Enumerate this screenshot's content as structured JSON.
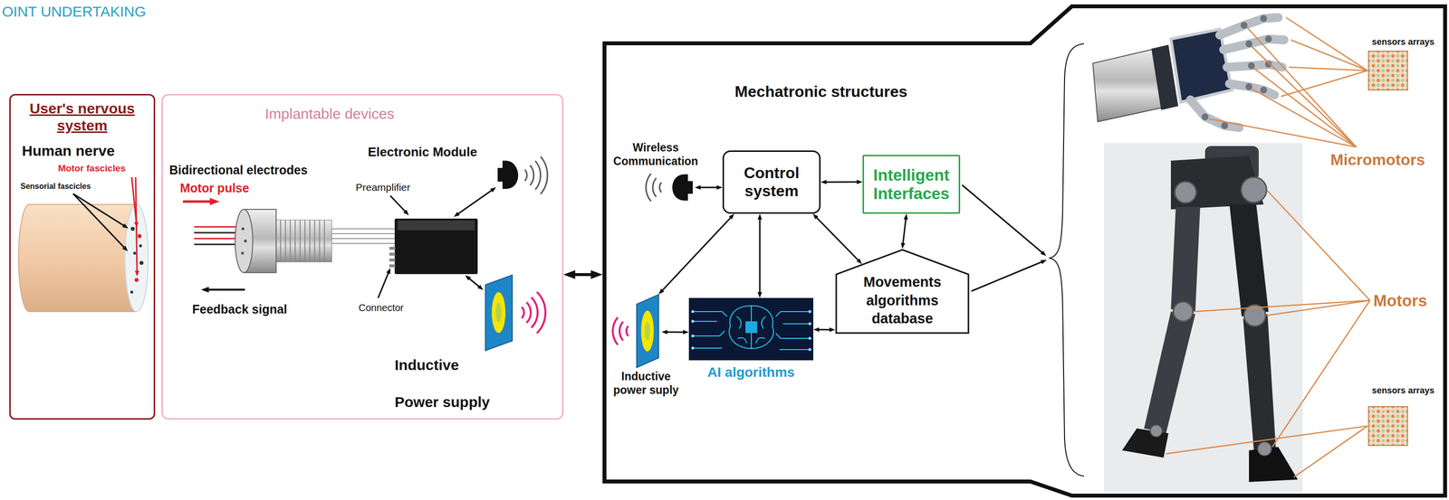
{
  "diagram": {
    "nodes": [
      {
        "text": [
          "User's nervous system",
          "Human nerve"
        ]
      },
      {
        "text": [
          "Implantable devices"
        ]
      },
      {
        "text": [
          "Mechatronic structures"
        ]
      },
      {
        "text": [
          "Wireless Communication"
        ],
        "in": 2
      },
      {
        "text": [
          "Control system"
        ],
        "in": 2
      },
      {
        "text": [
          "Intelligent Interfaces"
        ],
        "in": 2
      },
      {
        "text": [
          "Inductive power suply"
        ],
        "in": 2
      },
      {
        "text": [
          "AI algorithms"
        ],
        "in": 2
      },
      {
        "text": [
          "Movements algorithms database"
        ],
        "in": 2
      }
    ],
    "edges": [
      {
        "from": 1,
        "to": 2,
        "arrow": "both"
      },
      {
        "from": 3,
        "to": 4,
        "arrow": "both"
      },
      {
        "from": 4,
        "to": 5,
        "arrow": "both"
      },
      {
        "from": 4,
        "to": 7,
        "arrow": "both"
      },
      {
        "from": 4,
        "to": 6,
        "arrow": "both"
      },
      {
        "from": 4,
        "to": 8,
        "arrow": "both"
      },
      {
        "from": 5,
        "to": 8,
        "arrow": "both"
      },
      {
        "from": 6,
        "to": 7,
        "arrow": "both"
      },
      {
        "from": 7,
        "to": 8,
        "arrow": "both"
      }
    ],
    "labels": [
      "OINT UNDERTAKING",
      "Motor fascicles",
      "Sensorial fascicles",
      "Bidirectional electrodes",
      "Motor pulse",
      "Electronic Module",
      "Preamplifier",
      "Feedback signal",
      "Connector",
      "Inductive Power supply",
      "sensors arrays",
      "Micromotors",
      "Motors",
      "sensors arrays"
    ]
  }
}
